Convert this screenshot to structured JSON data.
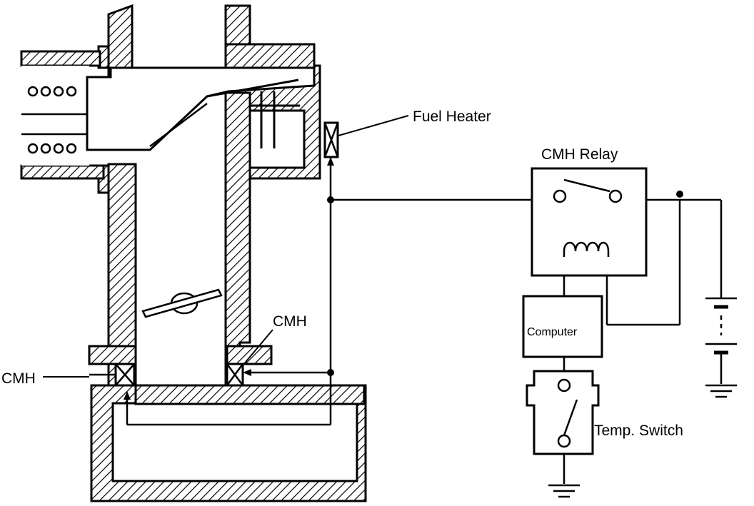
{
  "labels": {
    "fuel_heater": "Fuel Heater",
    "cmh_relay": "CMH Relay",
    "cmh_left": "CMH",
    "cmh_right": "CMH",
    "computer": "Computer",
    "temp_switch": "Temp. Switch"
  },
  "colors": {
    "ink": "#000000",
    "paper": "#ffffff"
  }
}
